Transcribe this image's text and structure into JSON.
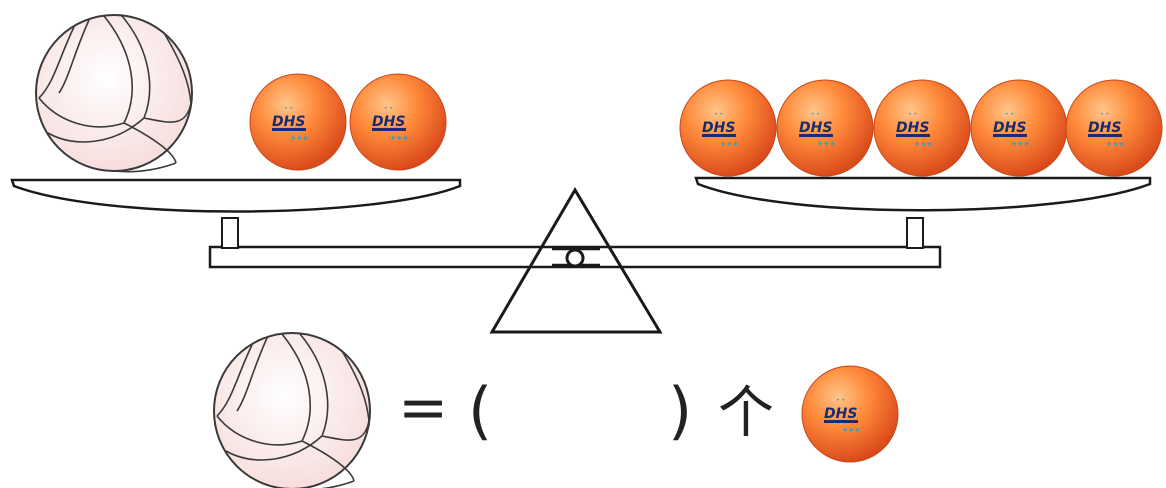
{
  "scale": {
    "left_pan": [
      {
        "name": "volleyball",
        "count": 1
      },
      {
        "name": "ping-pong-ball",
        "count": 2
      }
    ],
    "right_pan": [
      {
        "name": "ping-pong-ball",
        "count": 5
      }
    ]
  },
  "equation": {
    "equals": "=",
    "open_paren": "(",
    "answer": "",
    "close_paren": ")",
    "measure_word": "个"
  },
  "ball_brand": "DHS",
  "colors": {
    "volleyball_fill": "#fbeaea",
    "ping_pong_light": "#ffa24a",
    "ping_pong_dark": "#e05a1a",
    "line": "#1a1a1a"
  }
}
